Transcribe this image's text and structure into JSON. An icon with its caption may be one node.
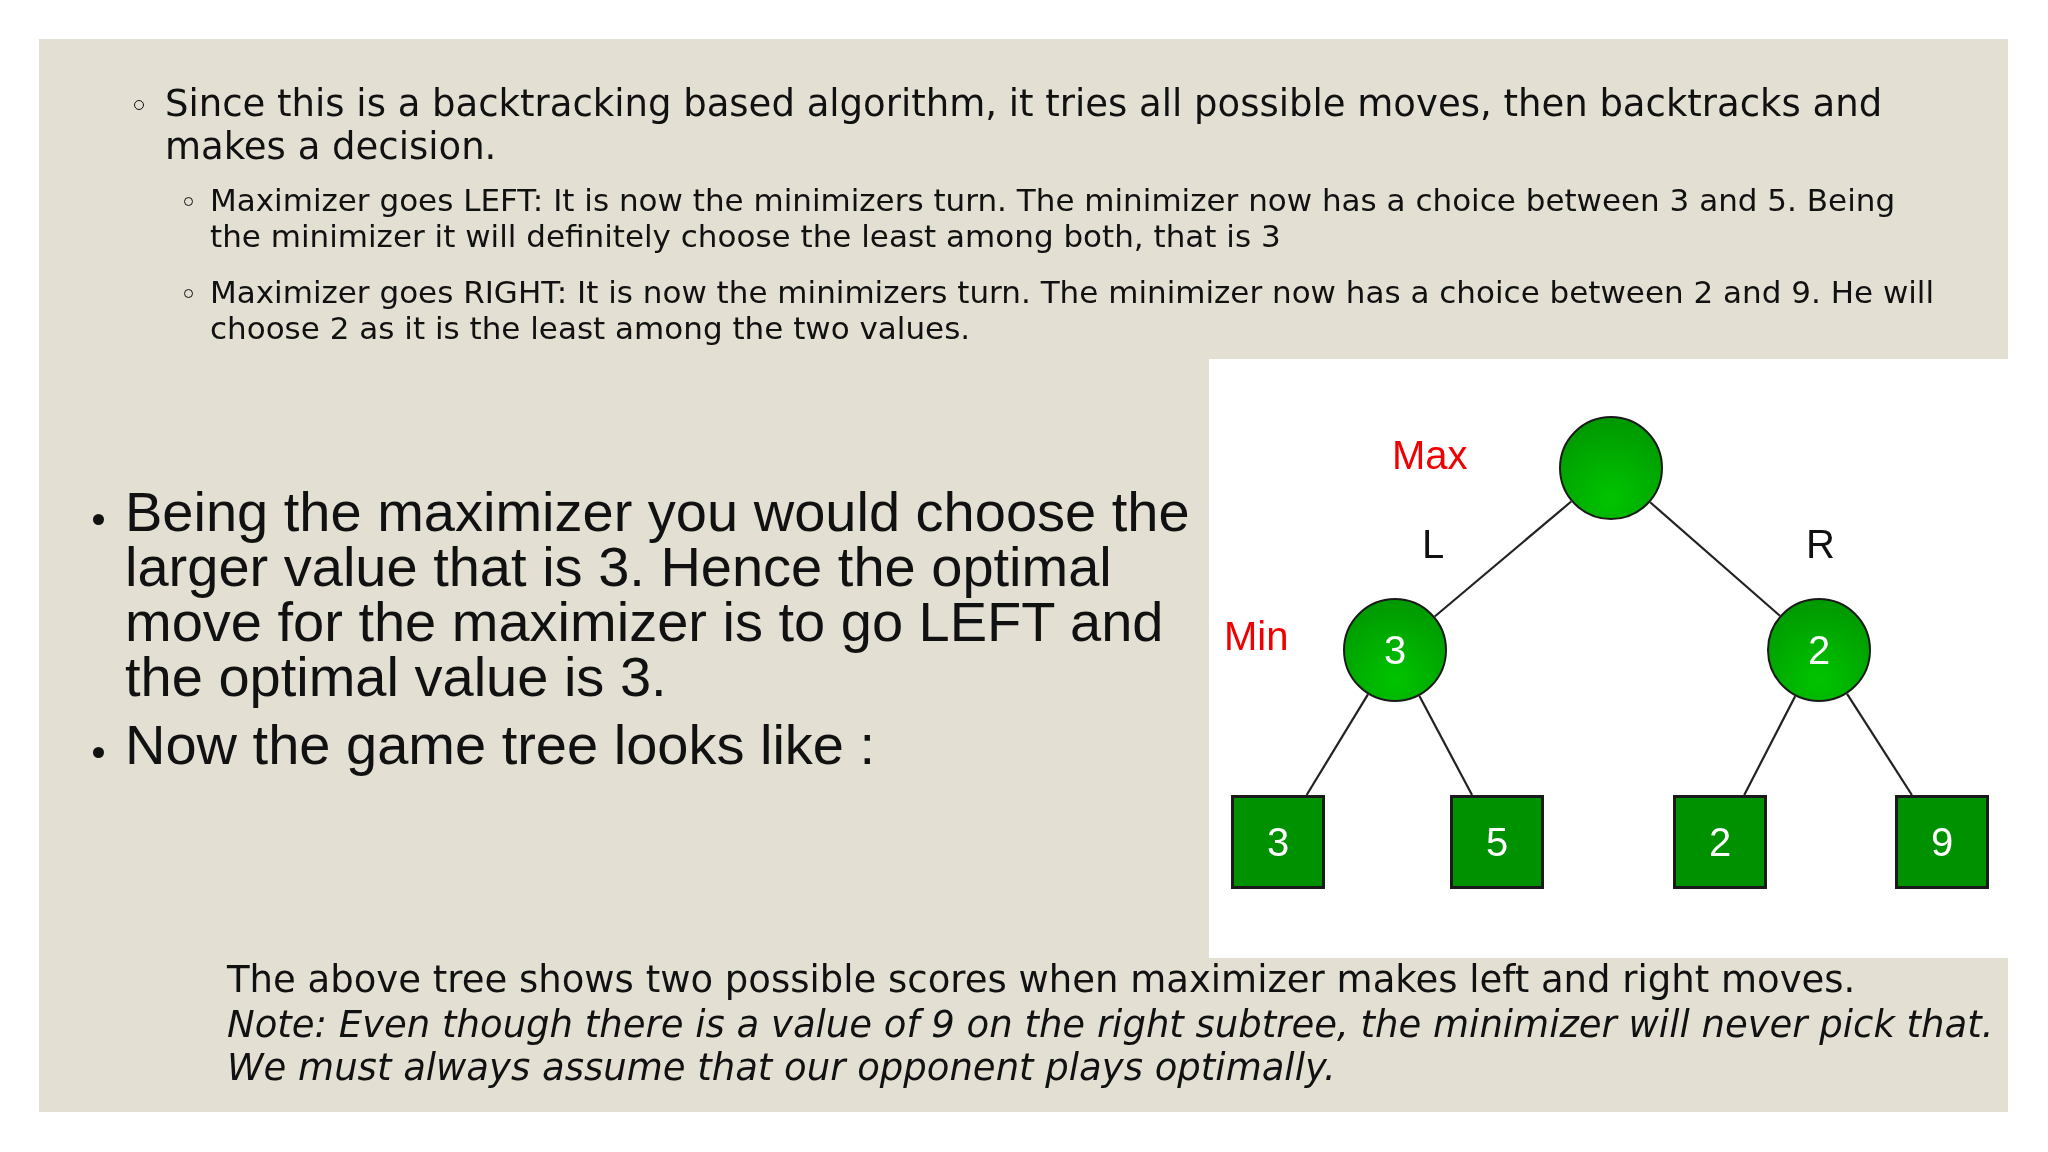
{
  "diagram": {
    "nodes": [
      {
        "text": [],
        "shape": "circle"
      },
      {
        "text": [
          "3"
        ]
      },
      {
        "text": [
          "2"
        ]
      },
      {
        "text": [
          "3"
        ]
      },
      {
        "text": [
          "5"
        ]
      },
      {
        "text": [
          "2"
        ]
      },
      {
        "text": [
          "9"
        ]
      }
    ],
    "edges": [
      {
        "from": 0,
        "to": 1,
        "arrow": "none",
        "label": "L"
      },
      {
        "from": 0,
        "to": 2,
        "arrow": "none",
        "label": "R"
      },
      {
        "from": 1,
        "to": 3,
        "arrow": "none"
      },
      {
        "from": 1,
        "to": 4,
        "arrow": "none"
      },
      {
        "from": 2,
        "to": 5,
        "arrow": "none"
      },
      {
        "from": 2,
        "to": 6,
        "arrow": "none"
      }
    ],
    "labels": [
      "Since this is a backtracking based algorithm, it tries all possible moves, then backtracks and makes a decision.",
      "Maximizer goes LEFT: It is now the minimizers turn. The minimizer now has a choice between 3 and 5. Being the minimizer it will definitely choose the least among both, that is 3",
      "Maximizer goes RIGHT: It is now the minimizers turn. The minimizer now has a choice between 2 and 9. He will choose 2 as it is the least among the two values.",
      "Max",
      "Being the maximizer you would choose the larger value that is 3. Hence the optimal move for the maximizer is to go LEFT and the optimal value is 3.",
      "Min",
      "Now the game tree looks like :",
      "The above tree shows two possible scores when maximizer makes left and right moves.",
      "Note: Even though there is a value of 9 on the right subtree, the minimizer will never pick that. We must always assume that our opponent plays optimally."
    ]
  }
}
